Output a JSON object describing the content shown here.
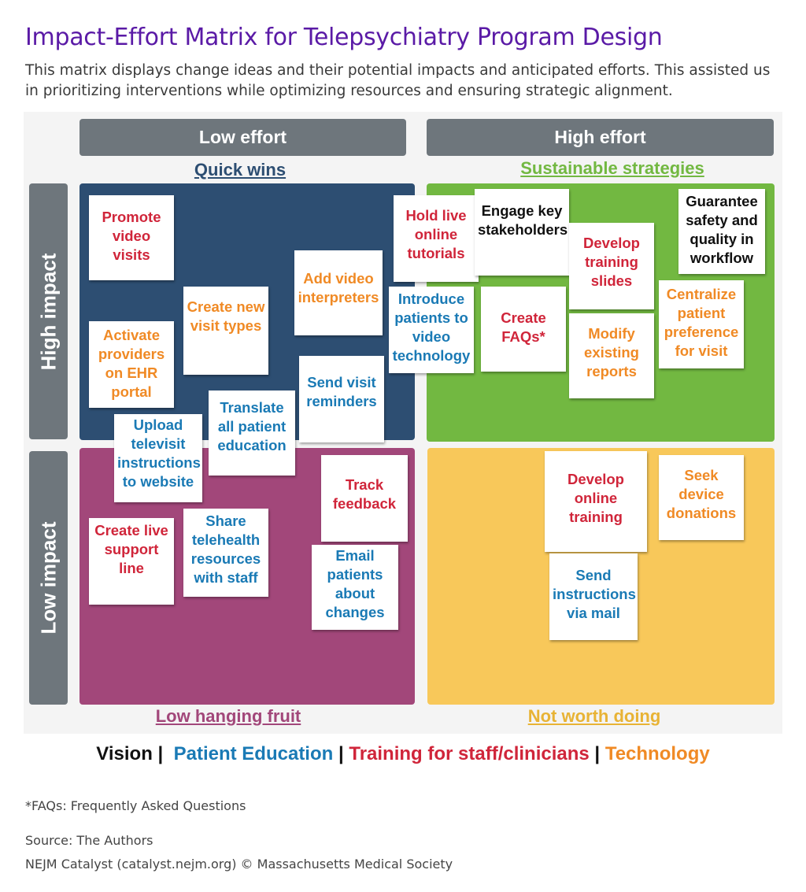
{
  "title": "Impact-Effort Matrix for Telepsychiatry Program Design",
  "subtitle": "This matrix displays change ideas and their potential impacts and anticipated efforts. This assisted us in prioritizing interventions while optimizing resources and ensuring strategic alignment.",
  "colors": {
    "vision": "#111111",
    "patient_education": "#1a7ab5",
    "training": "#d0253a",
    "technology": "#f08a25",
    "quick_wins": "#2d4e72",
    "sustainable": "#72b841",
    "low_hanging": "#a2477a",
    "not_worth": "#f8c85a"
  },
  "axes": {
    "low_effort": "Low effort",
    "high_effort": "High effort",
    "high_impact": "High impact",
    "low_impact": "Low impact"
  },
  "quadrants": {
    "quick_wins": "Quick wins",
    "sustainable": "Sustainable strategies",
    "low_hanging": "Low hanging fruit",
    "not_worth": "Not worth doing"
  },
  "notes": {
    "promote_video_visits": "Promote video visits",
    "activate_providers": "Activate providers on EHR portal",
    "create_visit_types": "Create new visit types",
    "add_video_interpreters": "Add video interpreters",
    "send_visit_reminders": "Send visit reminders",
    "translate_education": "Translate all patient education",
    "upload_instructions": "Upload televisit instructions to website",
    "hold_live_tutorials": "Hold live online tutorials",
    "engage_stakeholders": "Engage key stakeholders",
    "develop_training_slides": "Develop training slides",
    "guarantee_safety": "Guarantee safety and quality in workflow",
    "introduce_patients": "Introduce patients to video technology",
    "create_faqs": "Create FAQs*",
    "modify_reports": "Modify existing reports",
    "centralize_preference": "Centralize patient preference for visit",
    "create_support_line": "Create live support line",
    "share_resources": "Share telehealth resources with staff",
    "track_feedback": "Track feedback",
    "email_patients": "Email patients about changes",
    "develop_online_training": "Develop online training",
    "seek_donations": "Seek device donations",
    "send_instructions_mail": "Send instructions via mail"
  },
  "legend": {
    "vision": "Vision",
    "patient_education": "Patient Education",
    "training": "Training for staff/clinicians",
    "technology": "Technology",
    "separator": "|"
  },
  "footnote": "*FAQs: Frequently Asked Questions",
  "source": "Source: The Authors",
  "credit": "NEJM Catalyst (catalyst.nejm.org) © Massachusetts Medical Society"
}
